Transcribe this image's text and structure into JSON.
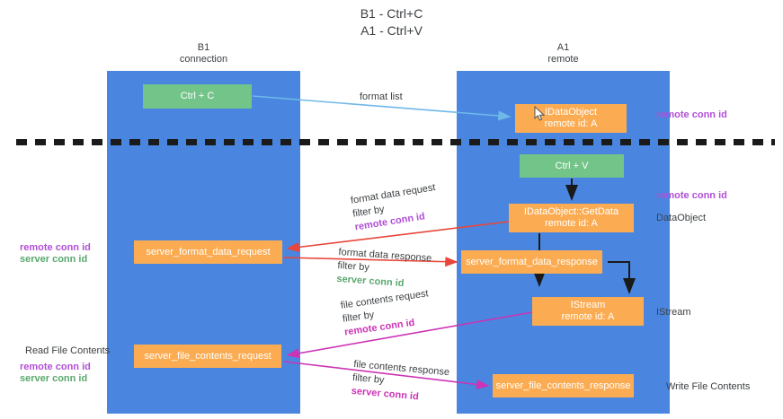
{
  "title": {
    "line1": "B1 - Ctrl+C",
    "line2": "A1 - Ctrl+V"
  },
  "columns": [
    {
      "id": "b1",
      "name": "B1",
      "role": "connection"
    },
    {
      "id": "a1",
      "name": "A1",
      "role": "remote"
    }
  ],
  "nodes": {
    "ctrl_c": {
      "line1": "Ctrl + C",
      "line2": "",
      "color": "#73c489"
    },
    "idataobject": {
      "line1": "IDataObject",
      "line2": "remote id: A",
      "color": "#fbac52"
    },
    "ctrl_v": {
      "line1": "Ctrl + V",
      "line2": "",
      "color": "#73c489"
    },
    "getdata": {
      "line1": "IDataObject::GetData",
      "line2": "remote id: A",
      "color": "#fbac52"
    },
    "sfd_request": {
      "line1": "server_format_data_request",
      "line2": "",
      "color": "#fbac52"
    },
    "sfd_response": {
      "line1": "server_format_data_response",
      "line2": "",
      "color": "#fbac52"
    },
    "istream": {
      "line1": "IStream",
      "line2": "remote id: A",
      "color": "#fbac52"
    },
    "sfc_request": {
      "line1": "server_file_contents_request",
      "line2": "",
      "color": "#fbac52"
    },
    "sfc_response": {
      "line1": "server_file_contents_response",
      "line2": "",
      "color": "#fbac52"
    }
  },
  "edge_labels": {
    "format_list": "format list",
    "format_data_request": "format data request",
    "format_data_request_filter_prefix": "filter by ",
    "format_data_request_filter_key": "remote conn id",
    "format_data_response": "format data response",
    "format_data_response_filter_prefix": "filter by ",
    "format_data_response_filter_key": "server conn id",
    "file_contents_request": "file contents request",
    "file_contents_request_filter_prefix": "filter by ",
    "file_contents_request_filter_key": "remote conn id",
    "file_contents_response": "file contents response",
    "file_contents_response_filter_prefix": "filter by ",
    "file_contents_response_filter_key": "server conn id"
  },
  "annotations": {
    "right_remote_conn_id_top": "remote conn id",
    "right_remote_conn_id_mid": "remote conn id",
    "right_dataobject": "DataObject",
    "right_istream": "IStream",
    "right_write_file_contents": "Write File Contents",
    "left_read_file_contents": "Read File Contents",
    "left_remote_conn_id_mid": "remote conn id",
    "left_server_conn_id_mid": "server conn id",
    "left_remote_conn_id_bottom": "remote conn id",
    "left_server_conn_id_bottom": "server conn id"
  },
  "colors": {
    "column_blue": "#4a86e0",
    "node_green": "#73c489",
    "node_orange": "#fbac52",
    "remote_conn_purple": "#b14fd8",
    "server_conn_green": "#5aa86f",
    "magenta_arrow": "#cc33b5",
    "red_arrow": "#e8463a",
    "light_blue_arrow": "#6fb8e8",
    "divider_black": "#1a1a1a",
    "text_gray": "#3c4043",
    "background": "#ffffff"
  },
  "icons": {
    "cursor": "mouse-cursor"
  }
}
